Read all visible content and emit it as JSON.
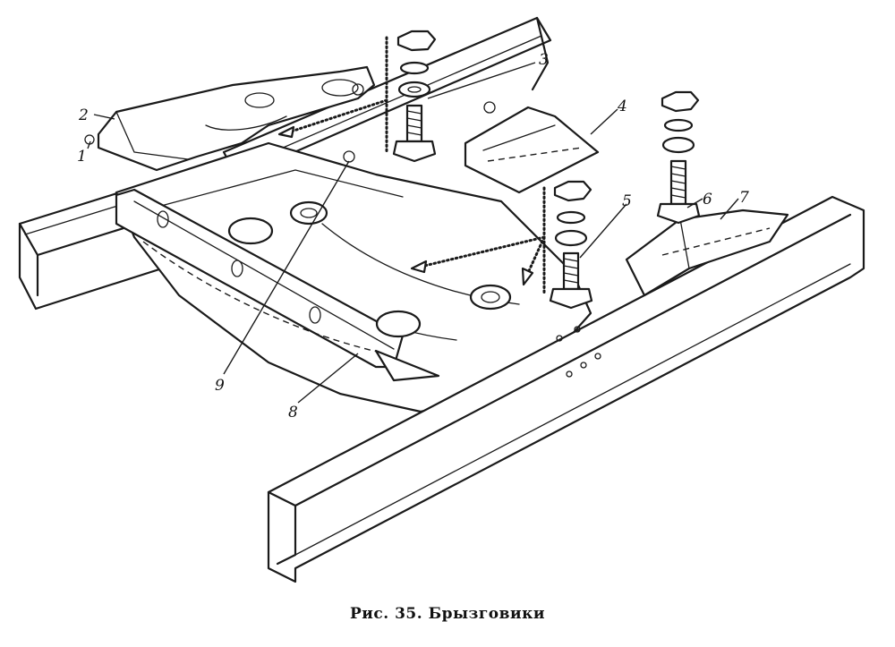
{
  "caption": "Рис. 35. Брызговики",
  "callouts": [
    "1",
    "2",
    "3",
    "4",
    "5",
    "6",
    "7",
    "8",
    "9"
  ]
}
